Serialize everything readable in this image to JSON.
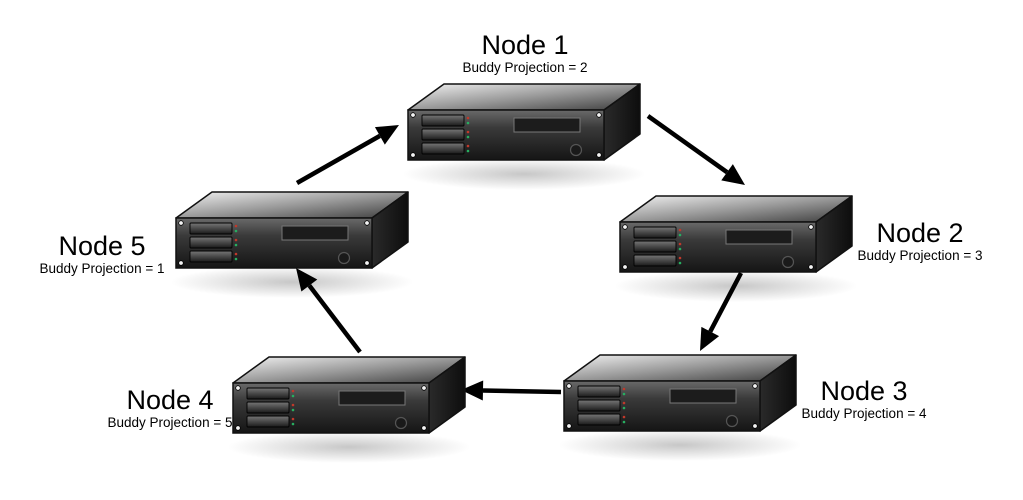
{
  "colors": {
    "arrow": "#000000",
    "chassis_front": "#3a3a3a",
    "chassis_top": "#8a8a8a",
    "chassis_side": "#1e1e1e",
    "led_red": "#c0392b",
    "led_green": "#27ae60"
  },
  "nodes": [
    {
      "name": "Node 1",
      "buddy": "Buddy Projection = 2"
    },
    {
      "name": "Node 2",
      "buddy": "Buddy Projection = 3"
    },
    {
      "name": "Node 3",
      "buddy": "Buddy Projection = 4"
    },
    {
      "name": "Node 4",
      "buddy": "Buddy Projection = 5"
    },
    {
      "name": "Node 5",
      "buddy": "Buddy Projection = 1"
    }
  ],
  "edges": [
    {
      "from": "Node 1",
      "to": "Node 2"
    },
    {
      "from": "Node 2",
      "to": "Node 3"
    },
    {
      "from": "Node 3",
      "to": "Node 4"
    },
    {
      "from": "Node 4",
      "to": "Node 5"
    },
    {
      "from": "Node 5",
      "to": "Node 1"
    }
  ]
}
